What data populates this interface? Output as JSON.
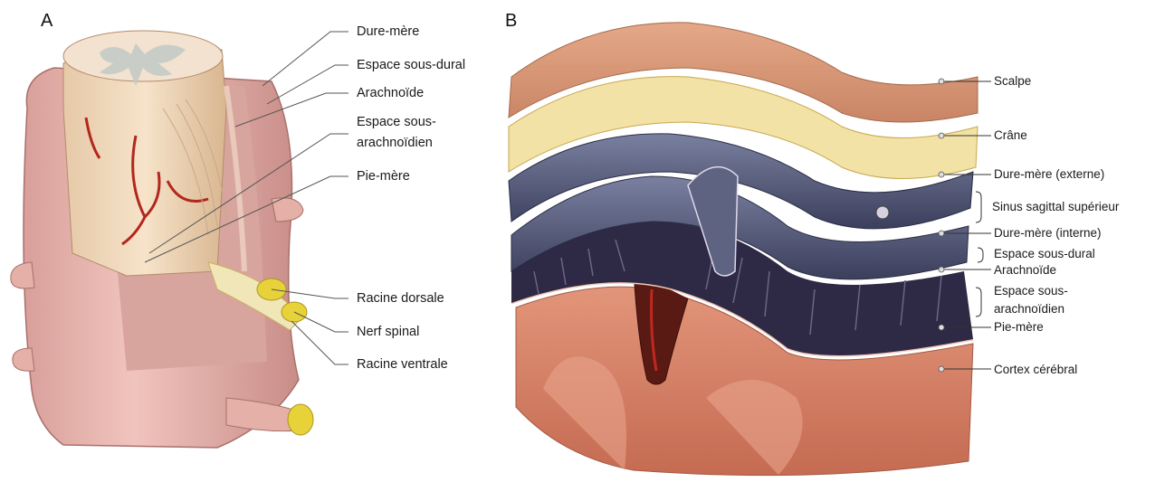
{
  "panels": {
    "a": {
      "letter": "A",
      "labels": {
        "dura": "Dure-mère",
        "subdural": "Espace sous-dural",
        "arachnoid": "Arachnoïde",
        "subarachnoid_line1": "Espace sous-",
        "subarachnoid_line2": "arachnoïdien",
        "pia": "Pie-mère",
        "dorsal_root": "Racine dorsale",
        "spinal_nerve": "Nerf spinal",
        "ventral_root": "Racine ventrale"
      }
    },
    "b": {
      "letter": "B",
      "labels": {
        "scalp": "Scalpe",
        "skull": "Crâne",
        "dura_ext": "Dure-mère (externe)",
        "sinus": "Sinus sagittal supérieur",
        "dura_int": "Dure-mère (interne)",
        "subdural": "Espace sous-dural",
        "arachnoid": "Arachnoïde",
        "subarachnoid_line1": "Espace sous-",
        "subarachnoid_line2": "arachnoïdien",
        "pia": "Pie-mère",
        "cortex": "Cortex  cérébral"
      }
    }
  },
  "colors": {
    "dura_pink": "#e8b4ae",
    "cord_cream": "#f2dcc0",
    "vessel_red": "#b3261e",
    "root_yellow": "#e8d23a",
    "scalp": "#d99a7a",
    "skull": "#f2e2a6",
    "dura_blue": "#5d6381",
    "arachnoid_dark": "#2e2944",
    "cortex": "#d9876a"
  }
}
